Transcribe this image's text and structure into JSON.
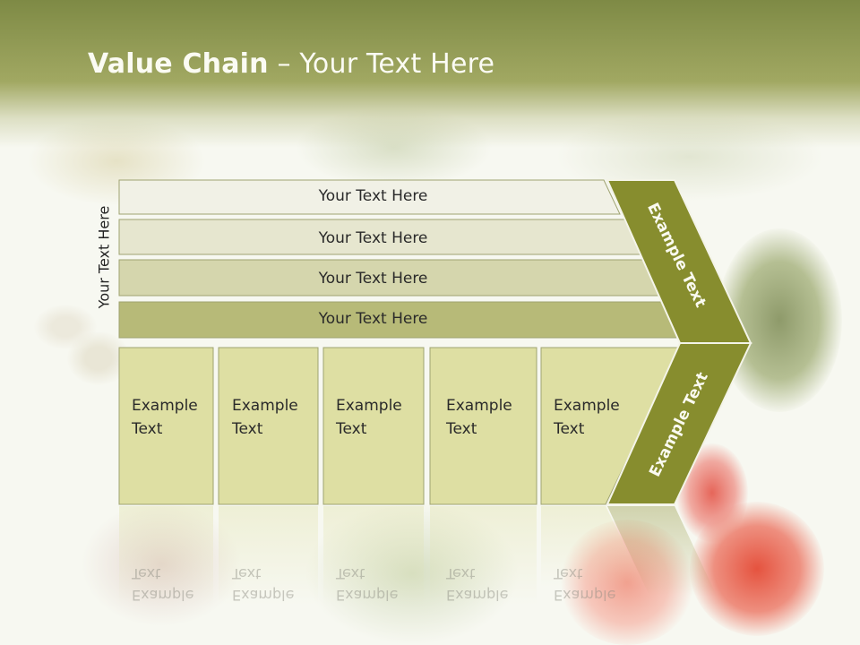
{
  "title": {
    "bold": "Value Chain",
    "rest": " – Your Text Here"
  },
  "side_label": "Your Text Here",
  "rows": [
    "Your Text Here",
    "Your Text Here",
    "Your Text Here",
    "Your Text Here"
  ],
  "boxes": [
    "Example\nText",
    "Example\nText",
    "Example\nText",
    "Example\nText",
    "Example\nText"
  ],
  "chevrons": {
    "upper": "Example Text",
    "lower": "Example Text"
  },
  "colors": {
    "header": "#8a944e",
    "row1": "#f1f1e6",
    "row2": "#e6e6cf",
    "row3": "#d5d6ad",
    "row4": "#b7ba78",
    "box": "#dedfa3",
    "chevron": "#878d2e"
  }
}
